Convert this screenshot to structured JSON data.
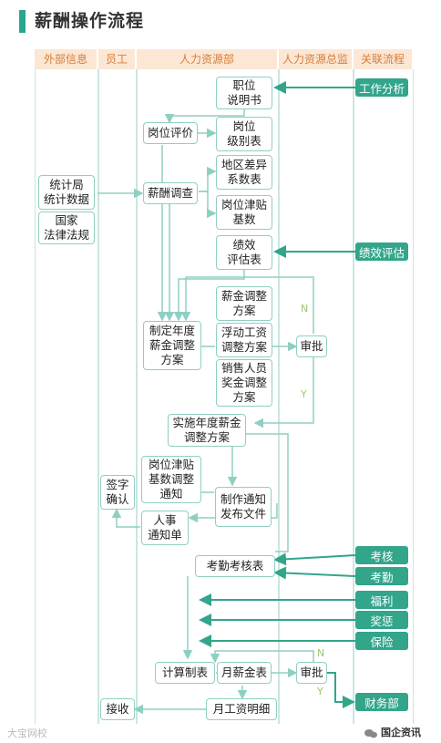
{
  "title": "薪酬操作流程",
  "columns": [
    "外部信息",
    "员工",
    "人力资源部",
    "人力资源总监",
    "关联流程"
  ],
  "external": {
    "stats": "统计局\n统计数据",
    "law": "国家\n法律法规"
  },
  "hr": {
    "job_desc": "职位\n说明书",
    "job_eval": "岗位评价",
    "job_level": "岗位\n级别表",
    "salary_survey": "薪酬调查",
    "region_coef": "地区差异\n系数表",
    "allowance_base": "岗位津贴\n基数",
    "perf_table": "绩效\n评估表",
    "annual_plan": "制定年度\n薪金调整\n方案",
    "salary_adjust": "薪金调整\n方案",
    "float_adjust": "浮动工资\n调整方案",
    "sales_bonus": "销售人员\n奖金调整\n方案",
    "implement": "实施年度薪金\n调整方案",
    "allowance_notice": "岗位津贴\n基数调整\n通知",
    "make_notice": "制作通知\n发布文件",
    "personnel_notice": "人事\n通知单",
    "attendance": "考勤考核表",
    "calc_table": "计算制表",
    "monthly_salary": "月薪金表",
    "payslip": "月工资明细"
  },
  "employee": {
    "sign": "签字\n确认",
    "receive": "接收"
  },
  "director": {
    "approve1": "审批",
    "approve2": "审批",
    "n_label": "N",
    "y_label": "Y"
  },
  "related": {
    "job_analysis": "工作分析",
    "perf_eval": "绩效评估",
    "assess": "考核",
    "attendance": "考勤",
    "welfare": "福利",
    "reward": "奖惩",
    "insurance": "保险",
    "finance": "财务部"
  },
  "footer": {
    "left": "大宝网校",
    "right": "国企资讯"
  },
  "colors": {
    "accent": "#32a58b",
    "line": "#8fcfc3",
    "header_bg": "#fbe7d3",
    "header_text": "#d77d3b"
  }
}
